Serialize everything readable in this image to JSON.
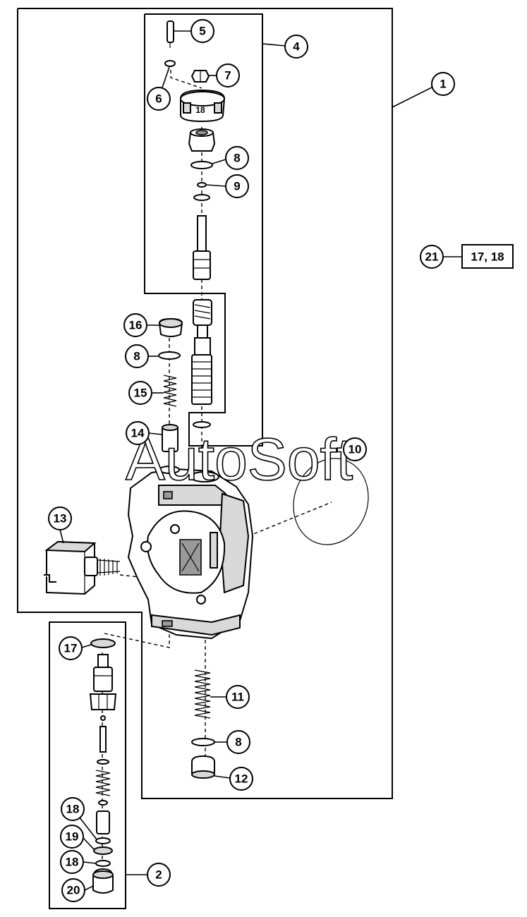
{
  "watermark": "AutoSoft",
  "reference": {
    "callout": "21",
    "box_text": "17, 18"
  },
  "callouts": {
    "c1": "1",
    "c2": "2",
    "c4": "4",
    "c5": "5",
    "c6": "6",
    "c7": "7",
    "c8a": "8",
    "c9": "9",
    "c16": "16",
    "c8b": "8",
    "c15": "15",
    "c14": "14",
    "c10": "10",
    "c13": "13",
    "c11": "11",
    "c8c": "8",
    "c12": "12",
    "c17": "17",
    "c18a": "18",
    "c19": "19",
    "c18b": "18",
    "c20": "20"
  },
  "cap_label": "18"
}
